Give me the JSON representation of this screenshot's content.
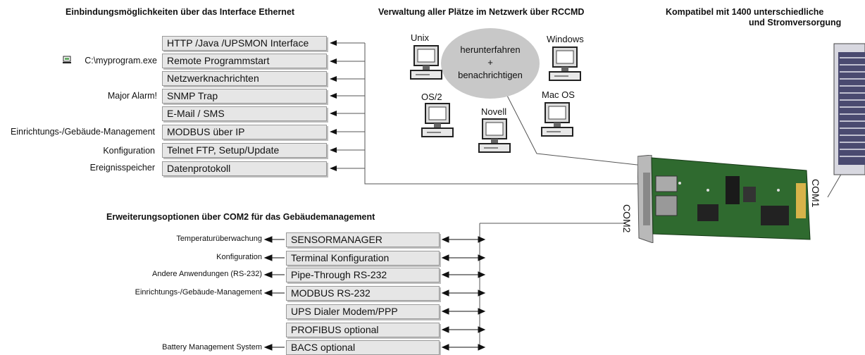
{
  "headings": {
    "ethernet": "Einbindungsmöglichkeiten über das Interface Ethernet",
    "rccmd": "Verwaltung aller Plätze im Netzwerk über RCCMD",
    "compat_line1": "Kompatibel mit 1400 unterschiedliche",
    "compat_line2": "und Stromversorgung",
    "com2": "Erweiterungsoptionen über COM2 für das Gebäudemanagement"
  },
  "ethernet_options": [
    {
      "label": "HTTP /Java /UPSMON Interface",
      "side": ""
    },
    {
      "label": "Remote Programmstart",
      "side": "C:\\myprogram.exe"
    },
    {
      "label": "Netzwerknachrichten",
      "side": ""
    },
    {
      "label": "SNMP Trap",
      "side": "Major Alarm!"
    },
    {
      "label": "E-Mail / SMS",
      "side": ""
    },
    {
      "label": "MODBUS über IP",
      "side": "Einrichtungs-/Gebäude-Management"
    },
    {
      "label": "Telnet FTP, Setup/Update",
      "side": "Konfiguration"
    },
    {
      "label": "Datenprotokoll",
      "side": "Ereignisspeicher"
    }
  ],
  "network": {
    "cloud_line1": "herunterfahren",
    "cloud_line2": "+",
    "cloud_line3": "benachrichtigen",
    "os": [
      "Unix",
      "Windows",
      "OS/2",
      "Mac OS",
      "Novell"
    ]
  },
  "ports": {
    "com1": "COM1",
    "com2": "COM2"
  },
  "com2_options": [
    {
      "label": "SENSORMANAGER",
      "side": "Temperaturüberwachung"
    },
    {
      "label": "Terminal Konfiguration",
      "side": "Konfiguration"
    },
    {
      "label": "Pipe-Through RS-232",
      "side": "Andere Anwendungen (RS-232)"
    },
    {
      "label": "MODBUS RS-232",
      "side": "Einrichtungs-/Gebäude-Management"
    },
    {
      "label": "UPS Dialer Modem/PPP",
      "side": ""
    },
    {
      "label": "PROFIBUS optional",
      "side": ""
    },
    {
      "label": "BACS optional",
      "side": "Battery Management System"
    }
  ],
  "icons": {
    "computer": "computer-icon",
    "arrow": "arrow-left-icon"
  }
}
